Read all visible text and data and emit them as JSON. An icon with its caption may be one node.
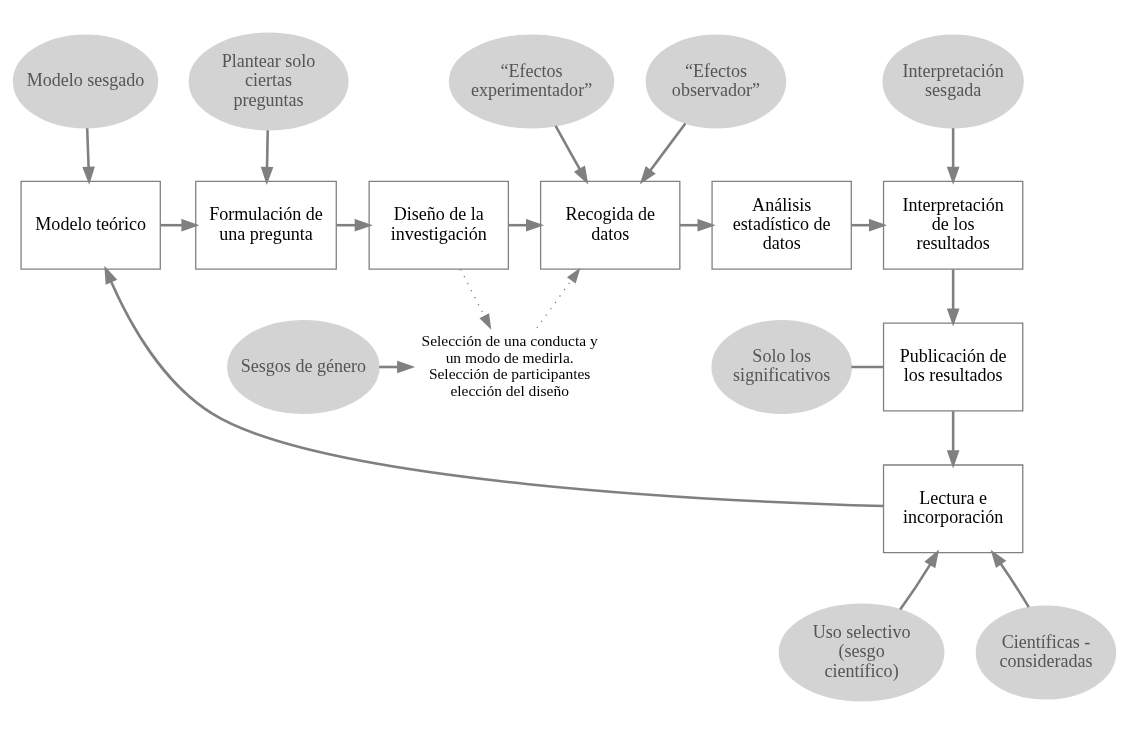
{
  "diagram": {
    "nodes": [
      {
        "text": [
          "Modelo sesgado"
        ]
      },
      {
        "text": [
          "Plantear solo ciertas preguntas"
        ]
      },
      {
        "text": [
          "“Efectos experimentador”"
        ]
      },
      {
        "text": [
          "“Efectos observador”"
        ]
      },
      {
        "text": [
          "Interpretación sesgada"
        ]
      },
      {
        "text": [
          "Modelo teórico"
        ]
      },
      {
        "text": [
          "Formulación de una pregunta"
        ]
      },
      {
        "text": [
          "Diseño de la investigación"
        ]
      },
      {
        "text": [
          "Recogida de datos"
        ]
      },
      {
        "text": [
          "Análisis estadístico de datos"
        ]
      },
      {
        "text": [
          "Interpretación de los resultados"
        ]
      },
      {
        "text": [
          "Sesgos de género"
        ]
      },
      {
        "text": [
          "Selección de una conducta y un modo de medirla. Selección de participantes elección del diseño"
        ]
      },
      {
        "text": [
          "Publicación de los resultados"
        ]
      },
      {
        "text": [
          "Solo los significativos"
        ]
      },
      {
        "text": [
          "Lectura e incorporación"
        ]
      },
      {
        "text": [
          "Uso selectivo (sesgo científico)"
        ]
      },
      {
        "text": [
          "Científicas - consideradas"
        ]
      }
    ],
    "edges": [
      {
        "from": 0,
        "to": 5,
        "arrow": "to"
      },
      {
        "from": 1,
        "to": 6,
        "arrow": "to"
      },
      {
        "from": 2,
        "to": 8,
        "arrow": "to"
      },
      {
        "from": 3,
        "to": 8,
        "arrow": "to"
      },
      {
        "from": 4,
        "to": 10,
        "arrow": "to"
      },
      {
        "from": 5,
        "to": 6,
        "arrow": "to"
      },
      {
        "from": 6,
        "to": 7,
        "arrow": "to"
      },
      {
        "from": 7,
        "to": 8,
        "arrow": "to"
      },
      {
        "from": 8,
        "to": 9,
        "arrow": "to"
      },
      {
        "from": 9,
        "to": 10,
        "arrow": "to"
      },
      {
        "from": 7,
        "to": 12,
        "arrow": "to",
        "style": "dashed"
      },
      {
        "from": 12,
        "to": 8,
        "arrow": "to",
        "style": "dashed"
      },
      {
        "from": 11,
        "to": 12,
        "arrow": "to"
      },
      {
        "from": 10,
        "to": 13,
        "arrow": "to"
      },
      {
        "from": 14,
        "to": 13,
        "arrow": "none"
      },
      {
        "from": 13,
        "to": 15,
        "arrow": "to"
      },
      {
        "from": 15,
        "to": 5,
        "arrow": "to"
      },
      {
        "from": 16,
        "to": 15,
        "arrow": "to"
      },
      {
        "from": 17,
        "to": 15,
        "arrow": "to"
      }
    ]
  }
}
